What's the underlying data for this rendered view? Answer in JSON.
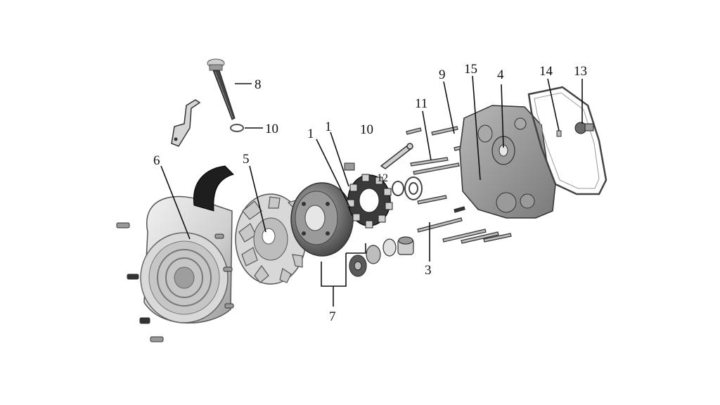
{
  "callouts": [
    {
      "id": "c8",
      "label": "8"
    },
    {
      "id": "c10a",
      "label": "10"
    },
    {
      "id": "c6",
      "label": "6"
    },
    {
      "id": "c5",
      "label": "5"
    },
    {
      "id": "c1a",
      "label": "1"
    },
    {
      "id": "c1b",
      "label": "1"
    },
    {
      "id": "c10b",
      "label": "10"
    },
    {
      "id": "c12",
      "label": "12"
    },
    {
      "id": "c7",
      "label": "7"
    },
    {
      "id": "c3",
      "label": "3"
    },
    {
      "id": "c11",
      "label": "11"
    },
    {
      "id": "c9",
      "label": "9"
    },
    {
      "id": "c15",
      "label": "15"
    },
    {
      "id": "c4",
      "label": "4"
    },
    {
      "id": "c14",
      "label": "14"
    },
    {
      "id": "c13",
      "label": "13"
    }
  ],
  "colors": {
    "line": "#111111",
    "part_light": "#e2e2e2",
    "part_mid": "#b9b9b9",
    "part_dark": "#6a6a6a",
    "part_black": "#1e1e1e"
  }
}
